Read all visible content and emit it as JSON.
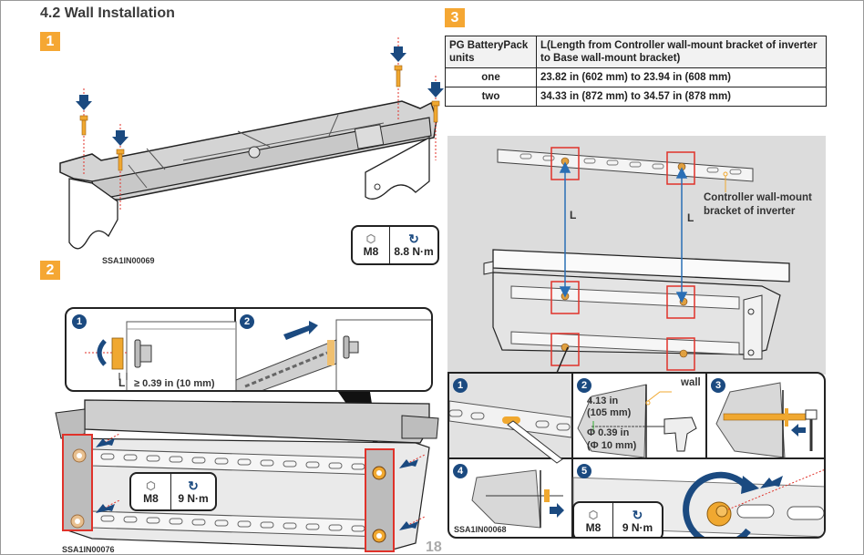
{
  "section_title": "4.2 Wall Installation",
  "page_number": "18",
  "colors": {
    "step_marker": "#f5a733",
    "arrow_blue": "#1b4a80",
    "highlight_red": "#e0322a",
    "screw_orange": "#f0a830",
    "measure_blue": "#2a6fb5"
  },
  "step1": {
    "marker": "1",
    "figure_code": "SSA1IN00069",
    "torque": {
      "bolt_icon": "hex-bolt-icon",
      "bolt": "M8",
      "torque_icon": "rotate-arrow-icon",
      "value": "8.8 N·m"
    }
  },
  "step2": {
    "marker": "2",
    "figure_code": "SSA1IN00076",
    "detail1": {
      "number": "1",
      "measure_label": "L",
      "measure_value": "≥ 0.39 in (10 mm)"
    },
    "detail2": {
      "number": "2"
    },
    "torque": {
      "bolt_icon": "hex-bolt-icon",
      "bolt": "M8",
      "torque_icon": "rotate-arrow-icon",
      "value": "9 N·m"
    }
  },
  "step3": {
    "marker": "3",
    "table": {
      "headers": [
        "PG BatteryPack units",
        "L(Length from Controller wall-mount bracket of inverter to Base wall-mount bracket)"
      ],
      "rows": [
        {
          "units": "one",
          "length": "23.82 in (602 mm) to 23.94 in (608 mm)"
        },
        {
          "units": "two",
          "length": "34.33 in (872 mm) to 34.57 in (878 mm)"
        }
      ]
    },
    "diagram": {
      "dimension_label_left": "L",
      "dimension_label_right": "L",
      "callout_line1": "Controller wall-mount",
      "callout_line2": "bracket of inverter"
    },
    "substeps": [
      {
        "number": "1"
      },
      {
        "number": "2",
        "wall_label": "wall",
        "depth_line1": "4.13 in",
        "depth_line2": "(105 mm)",
        "dia_line1": "Φ 0.39 in",
        "dia_line2": "(Φ 10 mm)"
      },
      {
        "number": "3"
      },
      {
        "number": "4",
        "figure_code": "SSA1IN00068"
      },
      {
        "number": "5"
      }
    ],
    "torque": {
      "bolt_icon": "hex-bolt-icon",
      "bolt": "M8",
      "torque_icon": "rotate-arrow-icon",
      "value": "9 N·m"
    }
  }
}
